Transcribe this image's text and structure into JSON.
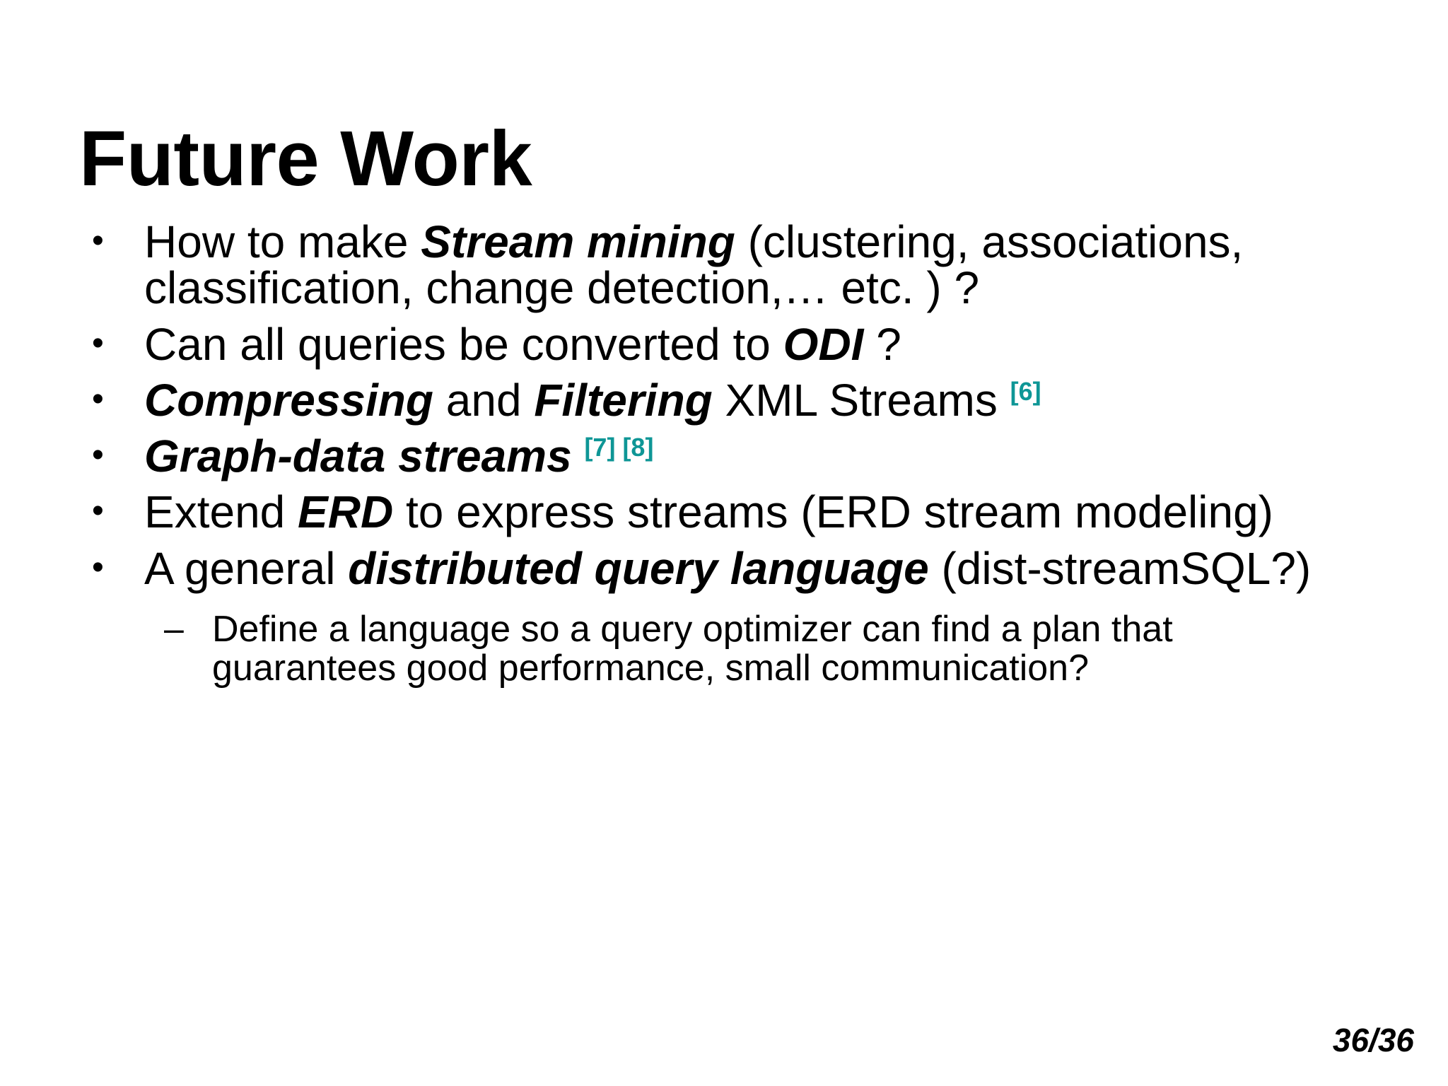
{
  "slide": {
    "title": "Future Work",
    "page_number": "36/36",
    "bullet_marker": "•",
    "sub_marker": "–",
    "accent_color": "#0e9696",
    "text_color": "#000000",
    "background_color": "#ffffff"
  },
  "bullets": [
    {
      "id": "stream-mining",
      "marker": "•",
      "segments": [
        {
          "text": "How to make ",
          "style": "normal"
        },
        {
          "text": "Stream mining",
          "style": "bold-italic"
        },
        {
          "text": " (clustering, associations, classification, change detection,… etc. ) ?",
          "style": "normal"
        }
      ],
      "plain": "How to make Stream mining (clustering, associations, classification, change detection,… etc. ) ?"
    },
    {
      "id": "odi",
      "marker": "•",
      "segments": [
        {
          "text": "Can all queries be converted to ",
          "style": "normal"
        },
        {
          "text": "ODI",
          "style": "bold-italic"
        },
        {
          "text": " ?",
          "style": "normal"
        }
      ],
      "plain": "Can all queries be converted to ODI ?"
    },
    {
      "id": "xml-streams",
      "marker": "•",
      "segments": [
        {
          "text": "Compressing",
          "style": "bold-italic"
        },
        {
          "text": " and ",
          "style": "normal"
        },
        {
          "text": "Filtering",
          "style": "bold-italic"
        },
        {
          "text": " XML Streams ",
          "style": "normal"
        },
        {
          "text": "[6]",
          "style": "reference"
        }
      ],
      "plain": "Compressing and Filtering XML Streams [6]",
      "references": [
        "[6]"
      ]
    },
    {
      "id": "graph-data-streams",
      "marker": "•",
      "segments": [
        {
          "text": "Graph-data streams",
          "style": "bold-italic"
        },
        {
          "text": " ",
          "style": "normal"
        },
        {
          "text": "[7] [8]",
          "style": "reference"
        }
      ],
      "plain": "Graph-data streams [7] [8]",
      "references": [
        "[7]",
        "[8]"
      ]
    },
    {
      "id": "extend-erd",
      "marker": "•",
      "segments": [
        {
          "text": "Extend ",
          "style": "normal"
        },
        {
          "text": "ERD",
          "style": "bold-italic"
        },
        {
          "text": " to express streams (ERD stream modeling)",
          "style": "normal"
        }
      ],
      "plain": "Extend ERD to express streams (ERD stream modeling)"
    },
    {
      "id": "distributed-query-language",
      "marker": "•",
      "segments": [
        {
          "text": "A general ",
          "style": "normal"
        },
        {
          "text": "distributed query language",
          "style": "bold-italic"
        },
        {
          "text": " (dist-streamSQL?)",
          "style": "normal"
        }
      ],
      "plain": "A general distributed query language (dist-streamSQL?)",
      "sub_items": [
        {
          "id": "define-language",
          "marker": "–",
          "text": "Define a language so a query optimizer can find a plan that guarantees good performance, small communication?"
        }
      ]
    }
  ]
}
